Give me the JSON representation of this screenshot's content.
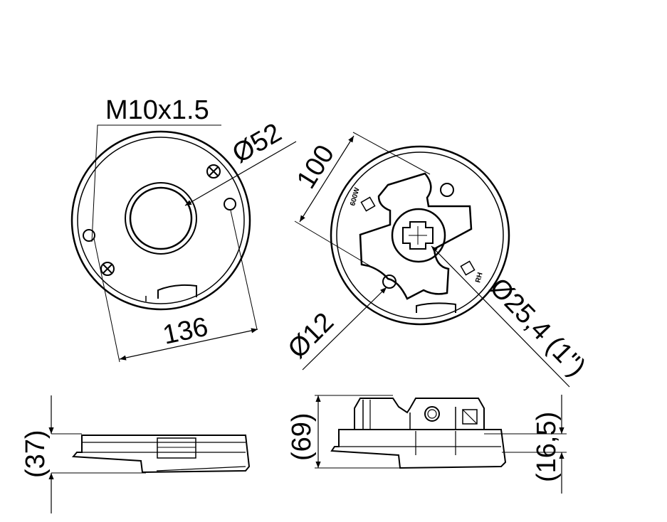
{
  "labels": {
    "thread": "M10x1.5",
    "dia_outer": "Ø52",
    "width_left": "136",
    "dia_right": "100",
    "hole_dia": "Ø12",
    "shaft_dia": "Ø25,4 (1\")",
    "height_left": "(37)",
    "height_right": "(69)",
    "height_inner": "(16,5)",
    "rating": "600W",
    "hand": "RH"
  }
}
